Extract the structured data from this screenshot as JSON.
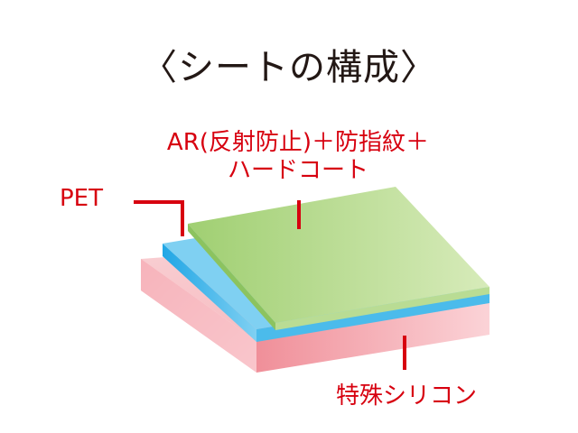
{
  "title": "〈シートの構成〉",
  "labels": {
    "ar_line1": "AR(反射防止)＋防指紋＋",
    "ar_line2": "ハードコート",
    "pet": "PET",
    "silicone": "特殊シリコン"
  },
  "colors": {
    "label": "#d7000f",
    "silicone": "#f4b6bc",
    "pet": "#5ec4ee",
    "coat": "#a8d47e"
  }
}
